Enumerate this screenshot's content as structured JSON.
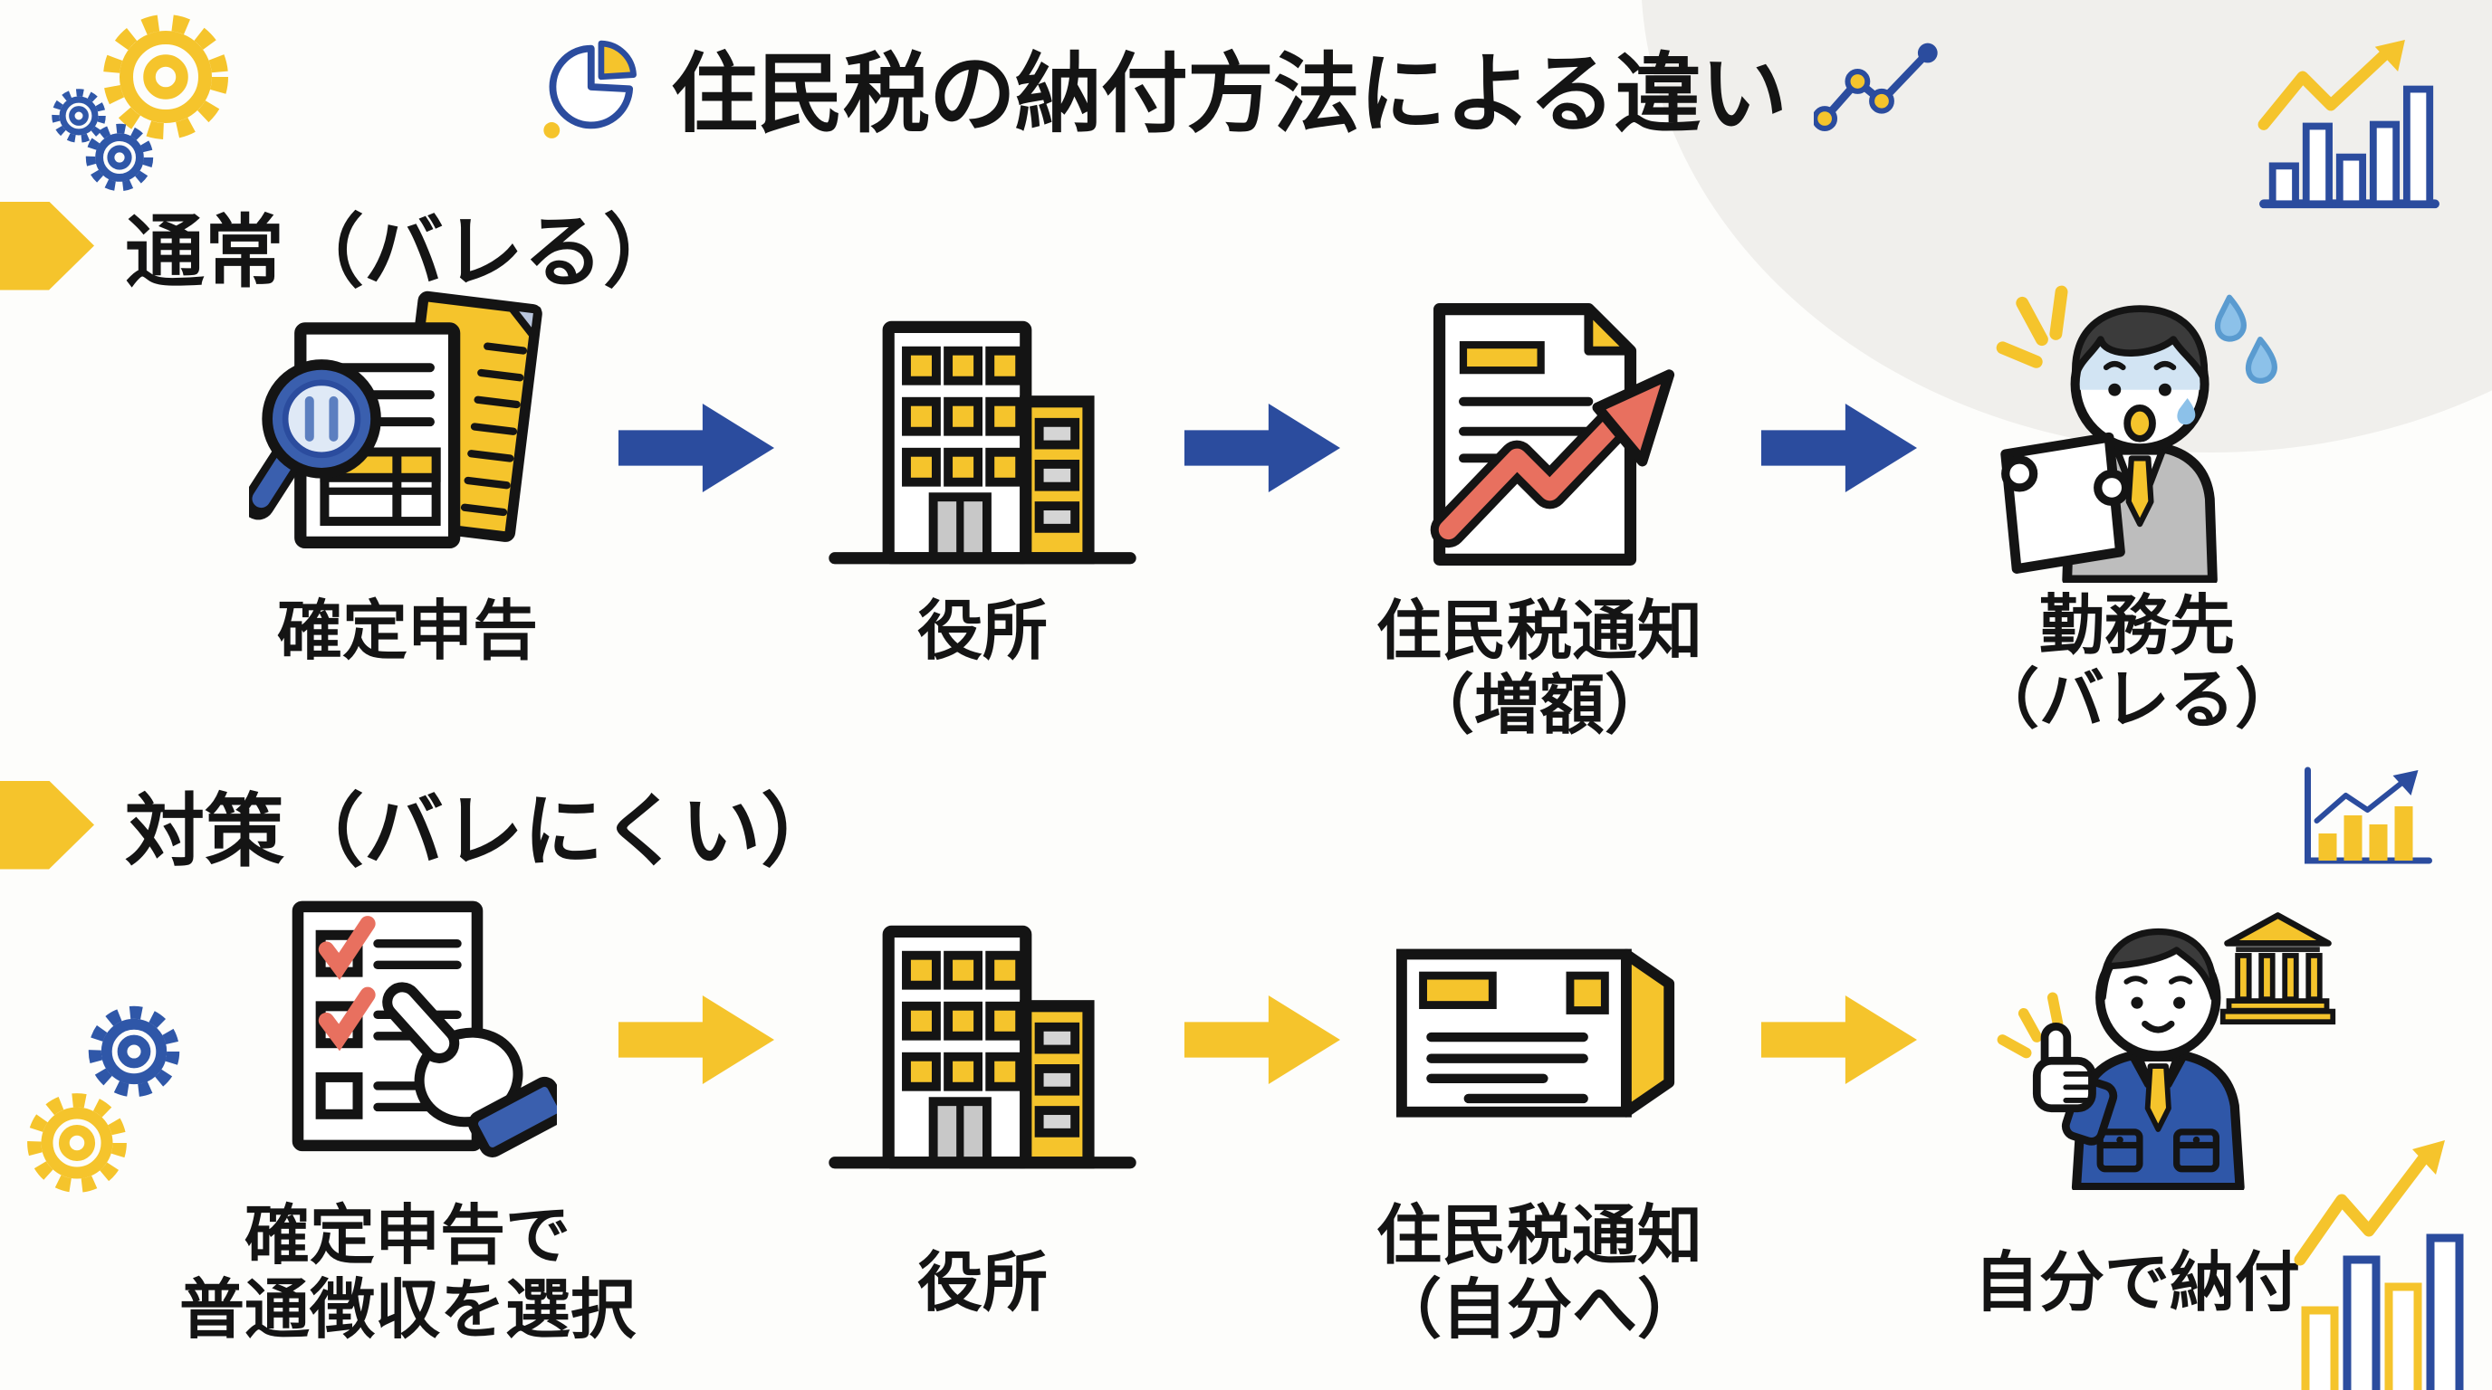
{
  "title": {
    "text": "住民税の納付方法による違い",
    "left_icon": "pie-chart-icon",
    "right_icon": "line-graph-icon"
  },
  "sections": [
    {
      "heading": "通常（バレる）",
      "marker_icon": "yellow-chevron-marker",
      "arrow_color": "#2B4C9E",
      "steps": [
        {
          "icon": "tax-return-magnifier-icon",
          "label": "確定申告"
        },
        {
          "icon": "government-office-building-icon",
          "label": "役所"
        },
        {
          "icon": "tax-notice-increase-icon",
          "label1": "住民税通知",
          "label2": "（増額）"
        },
        {
          "icon": "shocked-employee-icon",
          "label1": "勤務先",
          "label2": "（バレる）"
        }
      ]
    },
    {
      "heading": "対策（バレにくい）",
      "marker_icon": "yellow-chevron-marker",
      "arrow_color": "#F5C42C",
      "steps": [
        {
          "icon": "checklist-select-icon",
          "label1": "確定申告で",
          "label2": "普通徴収を選択"
        },
        {
          "icon": "government-office-building-icon",
          "label": "役所"
        },
        {
          "icon": "tax-notice-postcard-icon",
          "label1": "住民税通知",
          "label2": "（自分へ）"
        },
        {
          "icon": "self-payment-thumbs-up-icon",
          "label": "自分で納付"
        }
      ]
    }
  ],
  "decorations": [
    "gear-icons-top-left",
    "gear-icons-middle-left",
    "corner-blob-top-right",
    "bar-chart-top-right-icon",
    "bar-chart-middle-right-icon",
    "bar-chart-bottom-right-icon",
    "bank-icon",
    "sparkle-marks"
  ],
  "colors": {
    "accent_yellow": "#F5C42C",
    "accent_blue": "#2B4C9E",
    "notice_arrow_red": "#E8705F",
    "text_black": "#141414",
    "blob_gray": "#F0EFEC",
    "background": "#FDFDFB"
  }
}
